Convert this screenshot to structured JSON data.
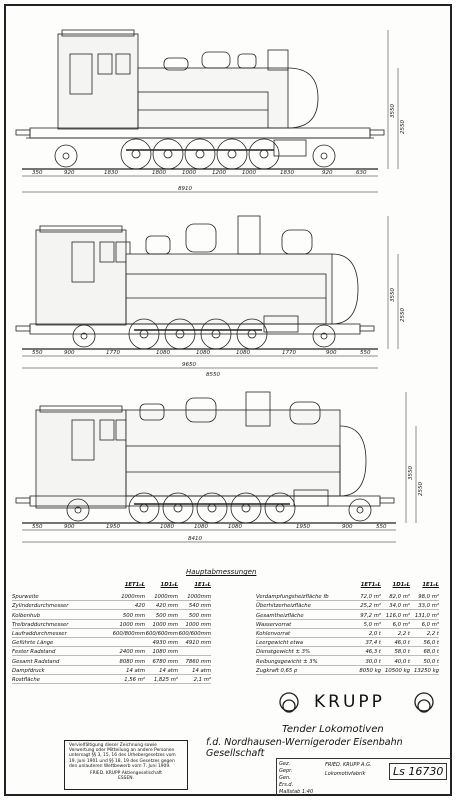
{
  "views": {
    "top": {
      "dims_h": [
        "350",
        "920",
        "1830",
        "1800",
        "1000",
        "1200",
        "1000",
        "1830",
        "920",
        "630"
      ],
      "total": "8910",
      "dims_v": [
        "3550",
        "2550"
      ]
    },
    "middle": {
      "dims_h": [
        "550",
        "900",
        "1770",
        "1080",
        "1080",
        "1080",
        "1770",
        "900",
        "550"
      ],
      "total": "9650",
      "total2": "8550",
      "dims_v": [
        "3550",
        "2550"
      ]
    },
    "bottom": {
      "dims_h": [
        "550",
        "900",
        "1950",
        "1080",
        "1080",
        "1080",
        "1950",
        "900",
        "550"
      ],
      "total": "8410",
      "dims_v": [
        "3550",
        "2550"
      ]
    }
  },
  "table": {
    "title": "Hauptabmessungen",
    "cols": [
      "1ET1₀L",
      "1D1₀L",
      "1E1₀L"
    ],
    "left_rows": [
      {
        "name": "Spurweite",
        "v": [
          "1000mm",
          "1000mm",
          "1000mm"
        ]
      },
      {
        "name": "Zylinderdurchmesser",
        "v": [
          "420",
          "420 mm",
          "540 mm"
        ]
      },
      {
        "name": "Kolbenhub",
        "v": [
          "500 mm",
          "500 mm",
          "500 mm"
        ]
      },
      {
        "name": "Treibraddurchmesser",
        "v": [
          "1000 mm",
          "1000 mm",
          "1000 mm"
        ]
      },
      {
        "name": "Laufraddurchmesser",
        "v": [
          "600/800mm",
          "600/600mm",
          "600/600mm"
        ]
      },
      {
        "name": "Geführte Länge",
        "v": [
          "",
          "4930 mm",
          "4910 mm"
        ]
      },
      {
        "name": "Fester Radstand",
        "v": [
          "2400 mm",
          "1080 mm",
          ""
        ]
      },
      {
        "name": "Gesamt Radstand",
        "v": [
          "8080 mm",
          "6780 mm",
          "7860 mm"
        ]
      },
      {
        "name": "Dampfdruck",
        "v": [
          "14 atm",
          "14 atm",
          "14 atm"
        ]
      },
      {
        "name": "Rostfläche",
        "v": [
          "1,56 m²",
          "1,825 m²",
          "2,1 m²"
        ]
      }
    ],
    "right_rows": [
      {
        "name": "Verdampfungsheizfläche fb",
        "v": [
          "72,0 m²",
          "82,0 m²",
          "98,0 m²"
        ]
      },
      {
        "name": "Überhitzerheizfläche",
        "v": [
          "25,2 m²",
          "34,0 m²",
          "33,0 m²"
        ]
      },
      {
        "name": "Gesamtheizfläche",
        "v": [
          "97,2 m²",
          "116,0 m²",
          "131,0 m²"
        ]
      },
      {
        "name": "Wasservorrat",
        "v": [
          "5,0 m³",
          "6,0 m³",
          "6,0 m³"
        ]
      },
      {
        "name": "Kohlenvorrat",
        "v": [
          "2,0 t",
          "2,2 t",
          "2,2 t"
        ]
      },
      {
        "name": "Leergewicht",
        "note": "etwa",
        "v": [
          "37,4 t",
          "46,0 t",
          "56,0 t"
        ]
      },
      {
        "name": "Dienstgewicht",
        "note": "± 3%",
        "v": [
          "46,3 t",
          "58,0 t",
          "68,0 t"
        ]
      },
      {
        "name": "Reibungsgewicht",
        "note": "± 3%",
        "v": [
          "30,0 t",
          "40,0 t",
          "50,0 t"
        ]
      },
      {
        "name": "Zugkraft",
        "note": "0,65 p",
        "v": [
          "8050 kg",
          "10500 kg",
          "13250 kg"
        ]
      }
    ]
  },
  "notice": {
    "text": "Vervielfältigung dieser Zeichnung sowie Verwertung oder Mitteilung an andere Personen untersagt §§ 3, 15, 16 des Urhebergesetzes vom 19. Juni 1901 und §§ 18, 19 des Gesetzes gegen den unlauteren Wettbewerb vom 7. Juni 1909.",
    "firm": "FRIED. KRUPP Aktiengesellschaft",
    "city": "ESSEN."
  },
  "brand": "KRUPP",
  "title_line1": "Tender Lokomotiven",
  "title_line2": "f.d. Nordhausen-Wernigeroder Eisenbahn Gesellschaft",
  "titleblock": {
    "left": [
      "Gez.",
      "Gepr.",
      "Gen.",
      "Ers.d.",
      "Maßstab 1:40"
    ],
    "firm": "FRIED. KRUPP A.G.",
    "dept": "Lokomotivfabrik",
    "drawing_no": "Ls 16730"
  }
}
